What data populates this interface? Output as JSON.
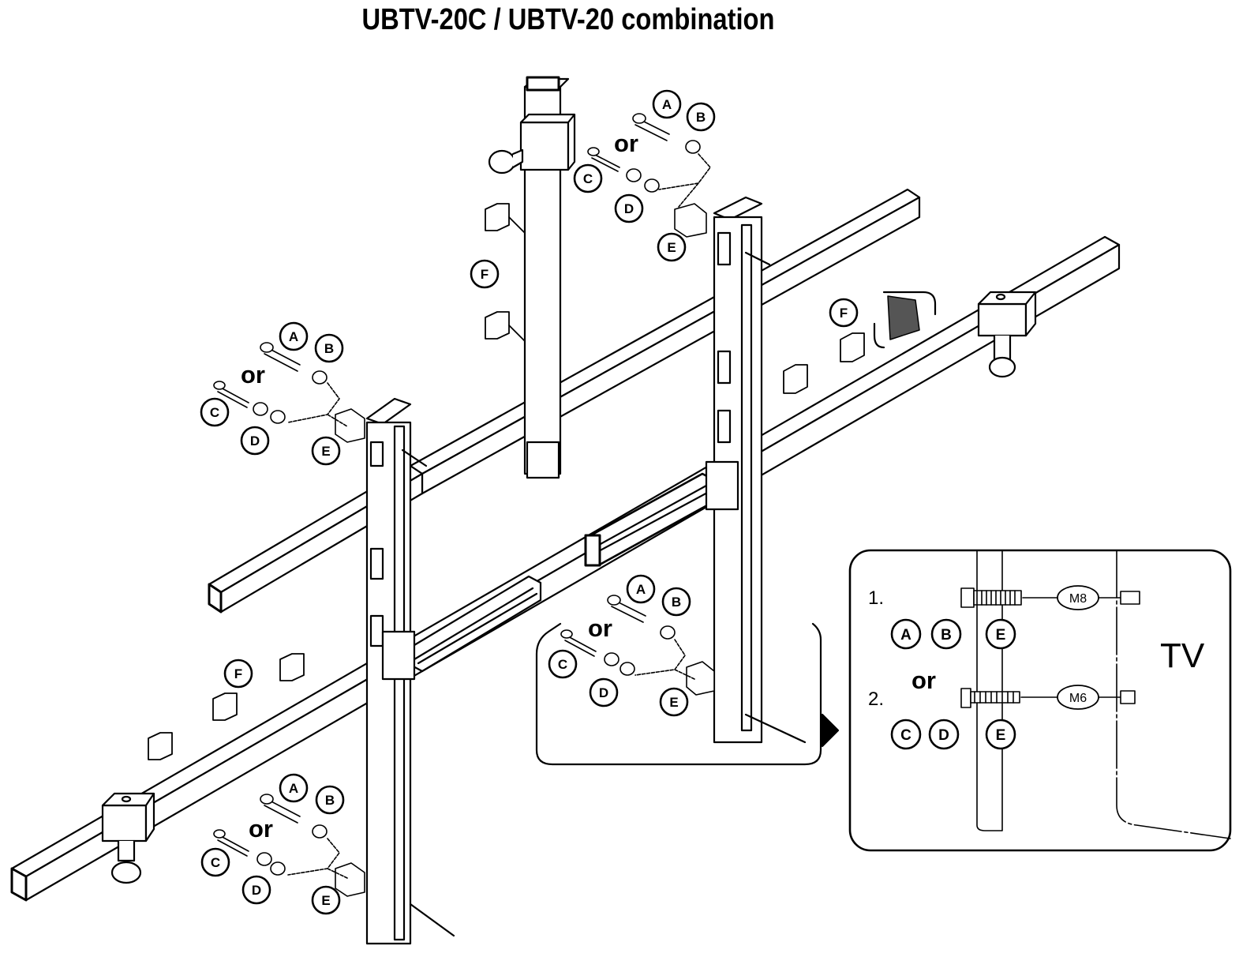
{
  "title": "UBTV-20C / UBTV-20 combination",
  "part_labels": {
    "a": "A",
    "b": "B",
    "c": "C",
    "d": "D",
    "e": "E",
    "f": "F"
  },
  "or_text": "or",
  "detail": {
    "option1": {
      "number": "1.",
      "screw": "M8",
      "parts": [
        "A",
        "B",
        "E"
      ]
    },
    "option2": {
      "number": "2.",
      "screw": "M6",
      "parts": [
        "C",
        "D",
        "E"
      ]
    },
    "or_text": "or",
    "tv_label": "TV"
  }
}
